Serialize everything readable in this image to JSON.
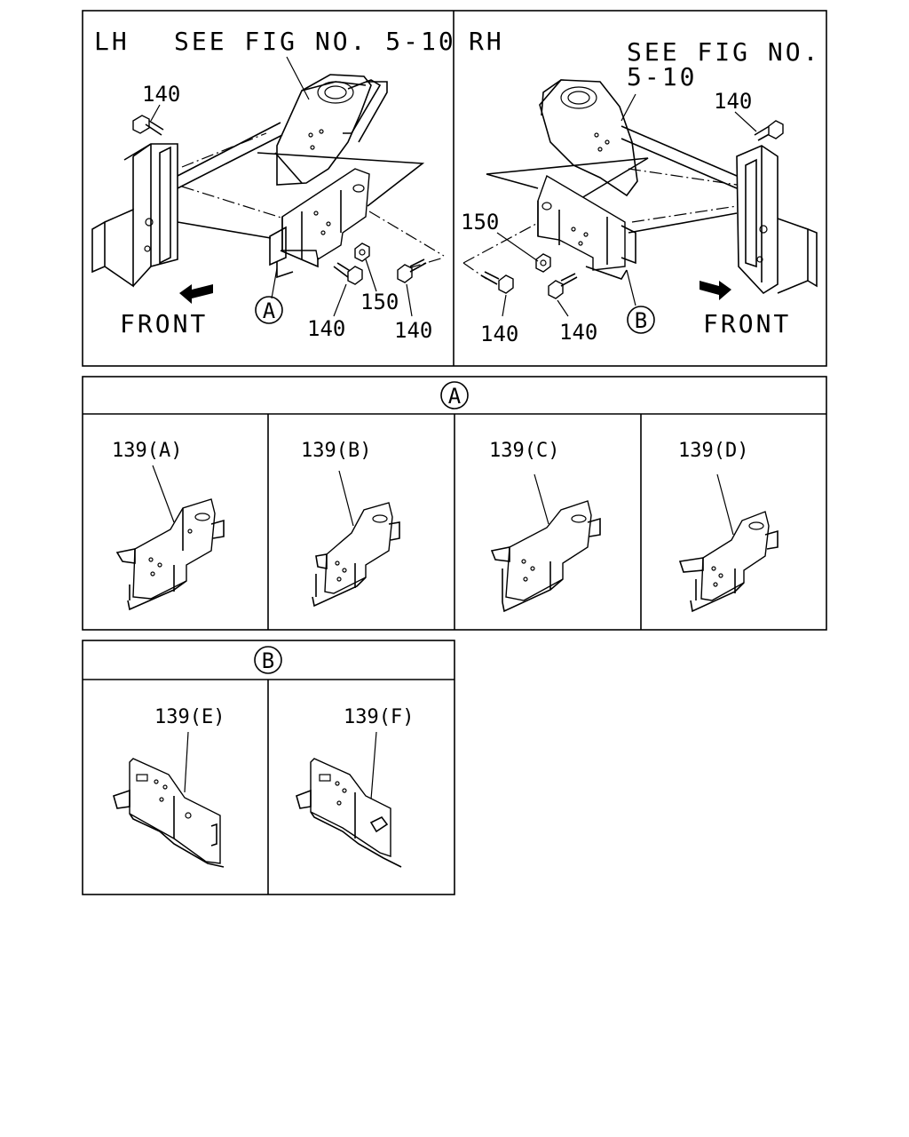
{
  "top": {
    "lh_label": "LH",
    "lh_see_fig": "SEE FIG NO. 5-10",
    "rh_label": "RH",
    "rh_see_fig_line1": "SEE FIG NO.",
    "rh_see_fig_line2": "5-10",
    "front_label": "FRONT",
    "lh_callouts": [
      "140",
      "140",
      "150",
      "140"
    ],
    "rh_callouts": [
      "140",
      "150",
      "140",
      "140"
    ],
    "lh_ref": "A",
    "rh_ref": "B"
  },
  "section_a": {
    "header": "A",
    "parts": [
      "139(A)",
      "139(B)",
      "139(C)",
      "139(D)"
    ]
  },
  "section_b": {
    "header": "B",
    "parts": [
      "139(E)",
      "139(F)"
    ]
  }
}
